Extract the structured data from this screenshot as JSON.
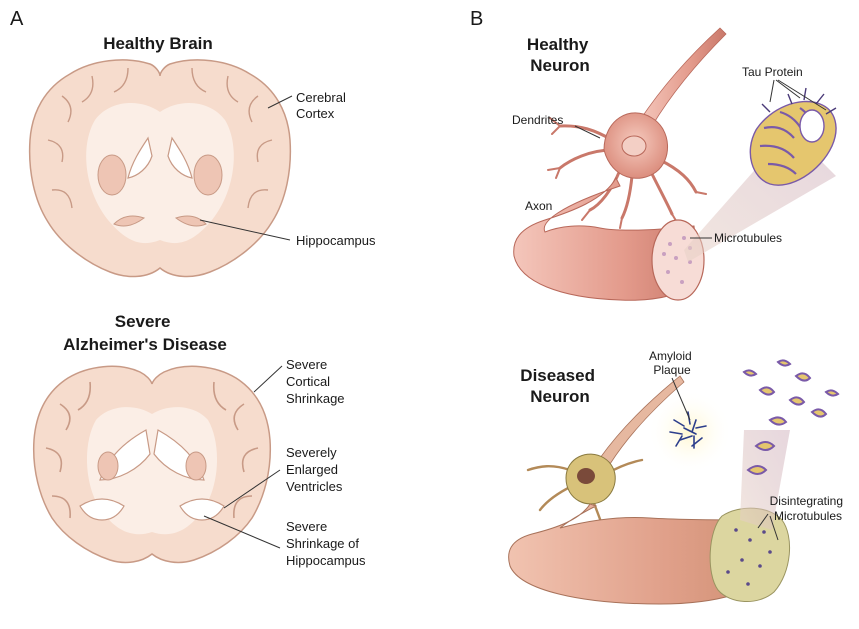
{
  "panel_a": {
    "letter": "A",
    "healthy": {
      "title": "Healthy Brain",
      "label_cortex": [
        "Cerebral",
        "Cortex"
      ],
      "label_hippocampus": "Hippocampus"
    },
    "diseased": {
      "title_lines": [
        "Severe",
        "Alzheimer's Disease"
      ],
      "label_cortical": [
        "Severe",
        "Cortical",
        "Shrinkage"
      ],
      "label_ventricles": [
        "Severely",
        "Enlarged",
        "Ventricles"
      ],
      "label_hippocampus": [
        "Severe",
        "Shrinkage of",
        "Hippocampus"
      ]
    }
  },
  "panel_b": {
    "letter": "B",
    "healthy": {
      "title_lines": [
        "Healthy",
        "Neuron"
      ],
      "label_dendrites": "Dendrites",
      "label_axon": "Axon",
      "label_tau": "Tau Protein",
      "label_microtubules": "Microtubules"
    },
    "diseased": {
      "title_lines": [
        "Diseased",
        "Neuron"
      ],
      "label_amyloid": [
        "Amyloid",
        "Plaque"
      ],
      "label_disintegrating": [
        "Disintegrating",
        "Microtubules"
      ]
    }
  },
  "colors": {
    "brain_fill": "#f6dccd",
    "brain_stroke": "#c89a86",
    "white_matter": "#fbeee6",
    "neuron_body": "#e9a79a",
    "neuron_stroke": "#b8685a",
    "tau_gold": "#e5c66e",
    "tau_purple": "#7a5aa8",
    "plaque_blue": "#2c3e8c",
    "diseased_tissue": "#dcd6a0"
  }
}
